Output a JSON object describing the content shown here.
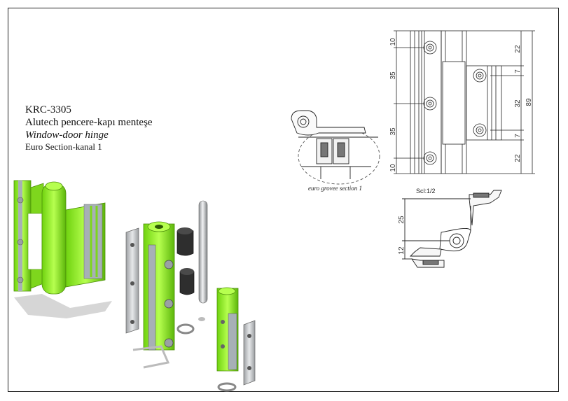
{
  "title": {
    "code": "KRC-3305",
    "name_tr": "Alutech pencere-kapı menteşe",
    "name_en": "Window-door hinge",
    "profile": "Euro Section-kanal 1"
  },
  "section_caption": "euro grovee section 1",
  "scale_label": "Scl:1/2",
  "front_dims": {
    "top_left": "10",
    "upper_left": "35",
    "lower_left": "35",
    "bottom_left": "10",
    "top_right": "22",
    "upper_right": "7",
    "middle_right": "32",
    "lower_right": "7",
    "bottom_right": "22",
    "total": "89"
  },
  "side_dims": {
    "upper": "25",
    "lower": "12"
  },
  "colors": {
    "hinge_green": "#8ee62c",
    "hinge_green_dark": "#5fb80e",
    "metal_grey": "#b9bcbf",
    "shadow": "#d0d0d0"
  }
}
